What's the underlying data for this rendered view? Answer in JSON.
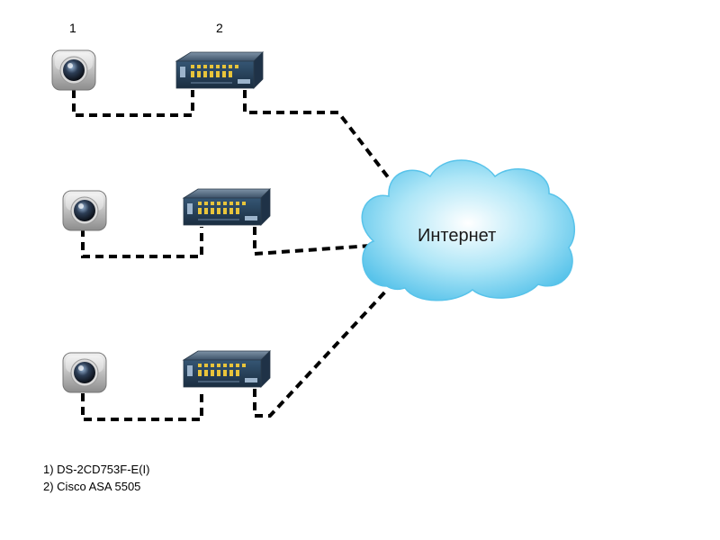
{
  "header": {
    "marker_1": "1",
    "marker_2": "2"
  },
  "cloud": {
    "label": "Интернет"
  },
  "legend": {
    "item_1": "1) DS-2CD753F-E(I)",
    "item_2": "2) Cisco ASA 5505"
  },
  "nodes": {
    "camera": {
      "icon": "camera-icon",
      "count": 3
    },
    "firewall": {
      "icon": "firewall-device-icon",
      "count": 3
    }
  },
  "colors": {
    "cloud_fill": "#8fd9f2",
    "cloud_edge": "#58c3ea",
    "device_body": "#2d4a66",
    "device_ports": "#e8c43a",
    "link": "#000000"
  }
}
